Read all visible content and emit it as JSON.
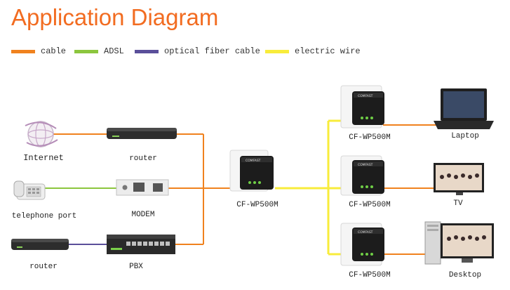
{
  "title": "Application Diagram",
  "colors": {
    "title": "#f26c21",
    "cable": "#f0821e",
    "adsl": "#8cc63e",
    "fiber": "#5a4f9a",
    "electric": "#f8ec3b"
  },
  "legend": [
    {
      "key": "cable",
      "label": "cable"
    },
    {
      "key": "adsl",
      "label": "ADSL"
    },
    {
      "key": "fiber",
      "label": "optical fiber cable"
    },
    {
      "key": "electric",
      "label": "electric wire"
    }
  ],
  "devices": {
    "internet": "Internet",
    "router_top": "router",
    "telephone": "telephone port",
    "modem": "MODEM",
    "router_bottom": "router",
    "pbx": "PBX",
    "adapter_center": "CF-WP500M",
    "adapter_top": "CF-WP500M",
    "adapter_mid": "CF-WP500M",
    "adapter_bottom": "CF-WP500M",
    "laptop": "Laptop",
    "tv": "TV",
    "desktop": "Desktop"
  },
  "icons": {
    "internet": "globe-icon",
    "router": "router-icon",
    "telephone": "telephone-icon",
    "modem": "modem-icon",
    "pbx": "switch-icon",
    "adapter": "powerline-adapter-icon",
    "laptop": "laptop-icon",
    "tv": "tv-icon",
    "desktop": "desktop-icon"
  },
  "brand": "COMFAST"
}
